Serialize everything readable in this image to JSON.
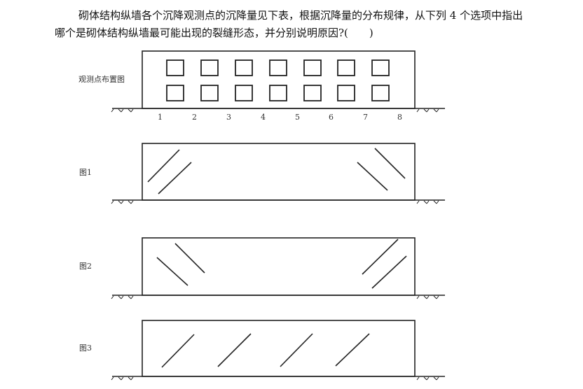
{
  "question": {
    "line1": "砌体结构纵墙各个沉降观测点的沉降量见下表，根据沉降量的分布规律，从下列 4 个选项中指出",
    "line2": "哪个是砌体结构纵墙最可能出现的裂缝形态，并分别说明原因?(　　)"
  },
  "figures": {
    "layout_label": "观测点布置图",
    "fig1": "图1",
    "fig2": "图2",
    "fig3": "图3"
  },
  "points": [
    "1",
    "2",
    "3",
    "4",
    "5",
    "6",
    "7",
    "8"
  ]
}
